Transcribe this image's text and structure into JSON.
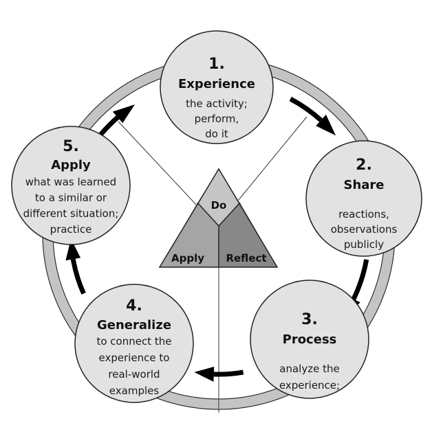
{
  "diagram": {
    "type": "experiential-learning-cycle",
    "colors": {
      "ring": "#c4c4c4",
      "node_fill": "#e2e2e2",
      "outline": "#222222",
      "arrow": "#000000",
      "triangle_do": "#c6c6c6",
      "triangle_apply": "#a5a5a5",
      "triangle_reflect": "#888888"
    },
    "nodes": [
      {
        "number": "1.",
        "title": "Experience",
        "description": [
          "the activity;",
          "perform,",
          "do it"
        ]
      },
      {
        "number": "2.",
        "title": "Share",
        "description": [
          "reactions,",
          "observations",
          "publicly"
        ]
      },
      {
        "number": "3.",
        "title": "Process",
        "description": [
          "analyze the",
          "experience;"
        ]
      },
      {
        "number": "4.",
        "title": "Generalize",
        "description": [
          "to connect the",
          "experience to",
          "real-world",
          "examples"
        ]
      },
      {
        "number": "5.",
        "title": "Apply",
        "description": [
          "what was learned",
          "to a similar or",
          "different situation;",
          "practice"
        ]
      }
    ],
    "triangle": {
      "labels": {
        "top": "Do",
        "left": "Apply",
        "right": "Reflect"
      }
    },
    "arrows": [
      {
        "from": "1",
        "to": "2",
        "direction": "clockwise"
      },
      {
        "from": "2",
        "to": "3",
        "direction": "clockwise"
      },
      {
        "from": "3",
        "to": "4",
        "direction": "clockwise"
      },
      {
        "from": "4",
        "to": "5",
        "direction": "clockwise"
      },
      {
        "from": "5",
        "to": "1",
        "direction": "clockwise"
      }
    ]
  }
}
